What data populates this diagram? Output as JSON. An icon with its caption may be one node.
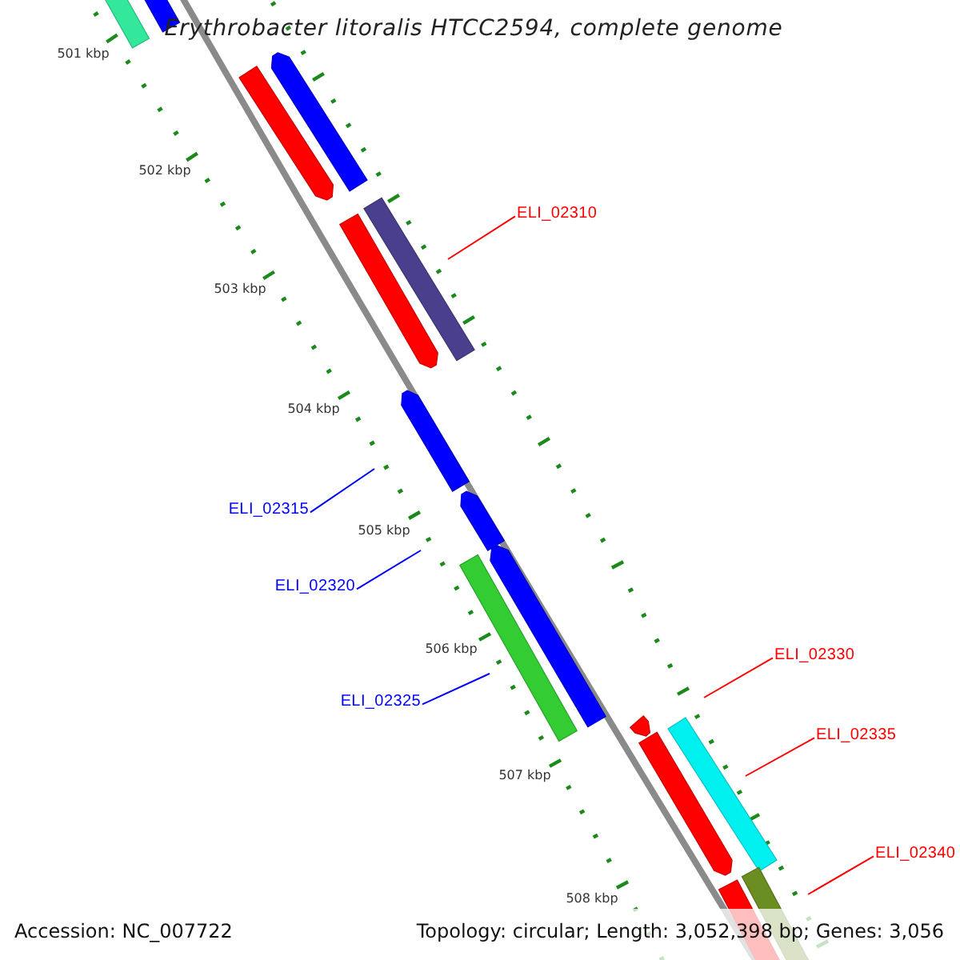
{
  "diagram": {
    "title": "Erythrobacter litoralis HTCC2594, complete genome",
    "nodes": [
      {
        "text": [
          "ELI_02310"
        ]
      },
      {
        "text": [
          "ELI_02315"
        ]
      },
      {
        "text": [
          "ELI_02320"
        ]
      },
      {
        "text": [
          "ELI_02325"
        ]
      },
      {
        "text": [
          "ELI_02330"
        ]
      },
      {
        "text": [
          "ELI_02335"
        ]
      },
      {
        "text": [
          "ELI_02340"
        ]
      }
    ],
    "edges": [
      {
        "from": 0,
        "to": null,
        "arrow": "none"
      },
      {
        "from": 1,
        "to": null,
        "arrow": "none",
        "color": "#0000ff"
      },
      {
        "from": 2,
        "to": null,
        "arrow": "none",
        "color": "#0000ff"
      },
      {
        "from": 3,
        "to": null,
        "arrow": "none",
        "color": "#0000ff"
      },
      {
        "from": 4,
        "to": null,
        "arrow": "none"
      },
      {
        "from": 5,
        "to": null,
        "arrow": "none"
      },
      {
        "from": 6,
        "to": null,
        "arrow": "none"
      }
    ],
    "labels": [
      "501 kbp",
      "502 kbp",
      "503 kbp",
      "504 kbp",
      "505 kbp",
      "506 kbp",
      "507 kbp",
      "508 kbp",
      "Accession: NC_007722",
      "Topology: circular; Length: 3,052,398 bp; Genes: 3,056"
    ]
  }
}
